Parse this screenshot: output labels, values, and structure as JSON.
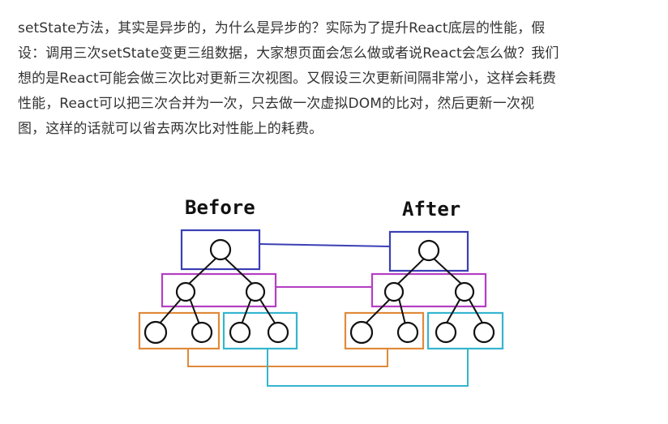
{
  "article": {
    "paragraph_lines": [
      "setState方法，其实是异步的，为什么是异步的？实际为了提升React底层的性能，假",
      "设：调用三次setState变更三组数据，大家想页面会怎么做或者说React会怎么做？我们",
      "想的是React可能会做三次比对更新三次视图。又假设三次更新间隔非常小，这样会耗费",
      "性能，React可以把三次合并为一次，只去做一次虚拟DOM的比对，然后更新一次视",
      "图，这样的话就可以省去两次比对性能上的耗费。"
    ]
  },
  "diagram": {
    "before_label": "Before",
    "after_label": "After",
    "colors": {
      "root_box": "#3a3fb5",
      "level1_box": "#b43ec4",
      "left_leaf_box": "#e08a3a",
      "right_leaf_box": "#35b5d0",
      "tree": "#111111"
    }
  }
}
